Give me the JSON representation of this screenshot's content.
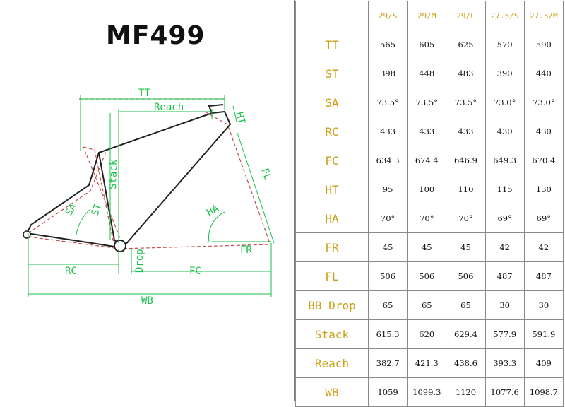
{
  "model": "MF499",
  "diagram_labels": {
    "tt": "TT",
    "reach": "Reach",
    "ht": "HT",
    "stack": "Stack",
    "fl": "FL",
    "sa": "SA",
    "st": "ST",
    "ha": "HA",
    "rc": "RC",
    "drop": "Drop",
    "fc": "FC",
    "fr": "FR",
    "wb": "WB"
  },
  "colors": {
    "label": "#c9a016",
    "dimension_line": "#19c14a",
    "frame_outline": "#c05050"
  },
  "table": {
    "columns": [
      "29/S",
      "29/M",
      "29/L",
      "27.5/S",
      "27.5/M"
    ],
    "rows": [
      {
        "label": "TT",
        "values": [
          "565",
          "605",
          "625",
          "570",
          "590"
        ]
      },
      {
        "label": "ST",
        "values": [
          "398",
          "448",
          "483",
          "390",
          "440"
        ]
      },
      {
        "label": "SA",
        "values": [
          "73.5°",
          "73.5°",
          "73.5°",
          "73.0°",
          "73.0°"
        ]
      },
      {
        "label": "RC",
        "values": [
          "433",
          "433",
          "433",
          "430",
          "430"
        ]
      },
      {
        "label": "FC",
        "values": [
          "634.3",
          "674.4",
          "646.9",
          "649.3",
          "670.4"
        ]
      },
      {
        "label": "HT",
        "values": [
          "95",
          "100",
          "110",
          "115",
          "130"
        ]
      },
      {
        "label": "HA",
        "values": [
          "70°",
          "70°",
          "70°",
          "69°",
          "69°"
        ]
      },
      {
        "label": "FR",
        "values": [
          "45",
          "45",
          "45",
          "42",
          "42"
        ]
      },
      {
        "label": "FL",
        "values": [
          "506",
          "506",
          "506",
          "487",
          "487"
        ]
      },
      {
        "label": "BB Drop",
        "values": [
          "65",
          "65",
          "65",
          "30",
          "30"
        ]
      },
      {
        "label": "Stack",
        "values": [
          "615.3",
          "620",
          "629.4",
          "577.9",
          "591.9"
        ]
      },
      {
        "label": "Reach",
        "values": [
          "382.7",
          "421.3",
          "438.6",
          "393.3",
          "409"
        ]
      },
      {
        "label": "WB",
        "values": [
          "1059",
          "1099.3",
          "1120",
          "1077.6",
          "1098.7"
        ]
      }
    ]
  }
}
